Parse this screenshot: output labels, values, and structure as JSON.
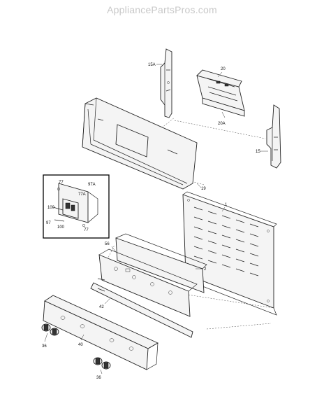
{
  "watermark": "AppliancePartsPros.com",
  "labels": {
    "p15A": "15A",
    "p20": "20",
    "p20A": "20A",
    "p15": "15",
    "p19": "19",
    "p1": "1",
    "p2": "2",
    "p56": "56",
    "p42": "42",
    "p40": "40",
    "p36a": "36",
    "p36b": "36",
    "p77a": "77",
    "p97Aa": "97A",
    "p77Ab": "77A",
    "p100a": "100",
    "p97": "97",
    "p100b": "100",
    "p77b": "77"
  }
}
